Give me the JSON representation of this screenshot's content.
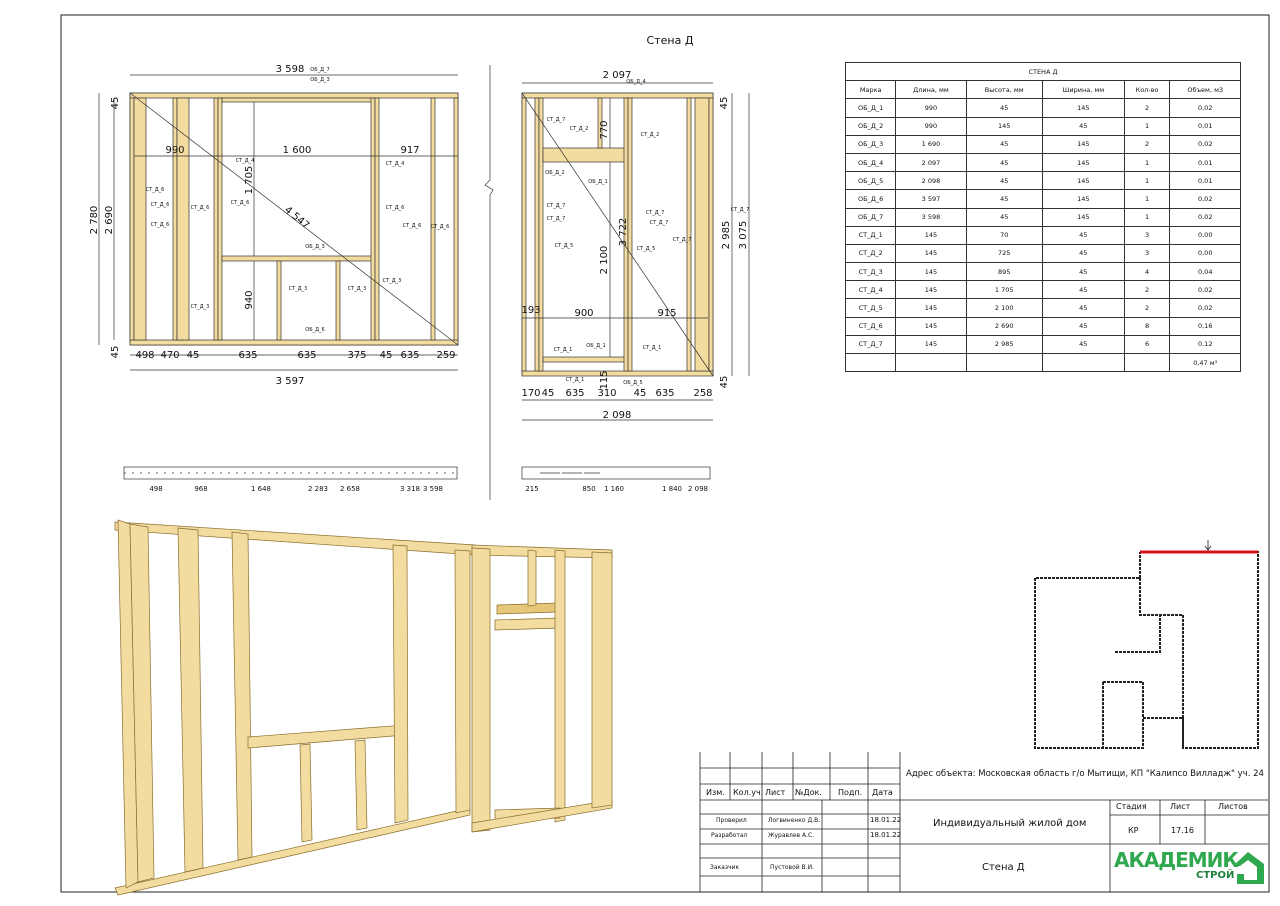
{
  "sheet_title": "Стена Д",
  "left_wall": {
    "dims": {
      "top_total": "3 598",
      "bottom_total": "3 597",
      "h_total": "2 780",
      "h_inner": "2 690",
      "h_top": "45",
      "h_bot": "45",
      "w_left": "990",
      "w_window": "1 600",
      "w_right": "917",
      "window_h": "1 705",
      "sill_h": "940",
      "diagonal": "4 547",
      "bottom_segments": [
        "498",
        "470",
        "45",
        "635",
        "635",
        "375",
        "45",
        "635",
        "259"
      ]
    },
    "tags": [
      "ОБ_Д_7",
      "ОБ_Д_3",
      "СТ_Д_4",
      "СТ_Д_6",
      "СТ_Д_6",
      "СТ_Д_6",
      "СТ_Д_6",
      "СТ_Д_6",
      "СТ_Д_4",
      "СТ_Д_6",
      "СТ_Д_6",
      "СТ_Д_6",
      "ОБ_Д_3",
      "СТ_Д_3",
      "СТ_Д_3",
      "СТ_Д_3",
      "СТ_Д_3",
      "ОБ_Д_6"
    ]
  },
  "right_wall": {
    "dims": {
      "top_total": "2 097",
      "bottom_total": "2 098",
      "h_total": "3 075",
      "h_inner": "2 985",
      "h_top": "45",
      "h_bot": "45",
      "transom_h": "770",
      "door_h": "2 100",
      "diagonal": "3 722",
      "left_gap": "193",
      "door_w": "900",
      "right_w": "915",
      "sill": "115",
      "bottom_segments": [
        "170",
        "45",
        "635",
        "310",
        "45",
        "635",
        "258"
      ]
    },
    "tags": [
      "ОБ_Д_4",
      "СТ_Д_7",
      "СТ_Д_2",
      "СТ_Д_2",
      "ОБ_Д_2",
      "ОБ_Д_1",
      "СТ_Д_7",
      "СТ_Д_7",
      "СТ_Д_5",
      "СТ_Д_7",
      "СТ_Д_7",
      "СТ_Д_7",
      "СТ_Д_5",
      "СТ_Д_7",
      "СТ_Д_1",
      "ОБ_Д_1",
      "СТ_Д_1",
      "СТ_Д_1",
      "ОБ_Д_5"
    ]
  },
  "left_plan_dims": [
    "498",
    "968",
    "1 648",
    "2 283",
    "2 658",
    "3 318",
    "3 598"
  ],
  "right_plan_dims": [
    "215",
    "850",
    "1 160",
    "1 840",
    "2 098"
  ],
  "spec_table": {
    "title": "СТЕНА Д",
    "columns": [
      "Марка",
      "Длина, мм",
      "Высота, мм",
      "Ширина, мм",
      "Кол-во",
      "Объем, м3"
    ],
    "rows": [
      [
        "ОБ_Д_1",
        "990",
        "45",
        "145",
        "2",
        "0,02"
      ],
      [
        "ОБ_Д_2",
        "990",
        "145",
        "45",
        "1",
        "0,01"
      ],
      [
        "ОБ_Д_3",
        "1 690",
        "45",
        "145",
        "2",
        "0,02"
      ],
      [
        "ОБ_Д_4",
        "2 097",
        "45",
        "145",
        "1",
        "0,01"
      ],
      [
        "ОБ_Д_5",
        "2 098",
        "45",
        "145",
        "1",
        "0,01"
      ],
      [
        "ОБ_Д_6",
        "3 597",
        "45",
        "145",
        "1",
        "0,02"
      ],
      [
        "ОБ_Д_7",
        "3 598",
        "45",
        "145",
        "1",
        "0,02"
      ],
      [
        "СТ_Д_1",
        "145",
        "70",
        "45",
        "3",
        "0,00"
      ],
      [
        "СТ_Д_2",
        "145",
        "725",
        "45",
        "3",
        "0,00"
      ],
      [
        "СТ_Д_3",
        "145",
        "895",
        "45",
        "4",
        "0,04"
      ],
      [
        "СТ_Д_4",
        "145",
        "1 705",
        "45",
        "2",
        "0,02"
      ],
      [
        "СТ_Д_5",
        "145",
        "2 100",
        "45",
        "2",
        "0,02"
      ],
      [
        "СТ_Д_6",
        "145",
        "2 690",
        "45",
        "8",
        "0,16"
      ],
      [
        "СТ_Д_7",
        "145",
        "2 985",
        "45",
        "6",
        "0,12"
      ]
    ],
    "total": "0,47 м³"
  },
  "title_block": {
    "headers": [
      "Изм.",
      "Кол.уч.",
      "Лист",
      "№Док.",
      "Подп.",
      "Дата"
    ],
    "checked_label": "Проверил",
    "checked_name": "Логвиненко Д.В.",
    "checked_date": "18.01.22",
    "dev_label": "Разработал",
    "dev_name": "Журавлев А.С.",
    "dev_date": "18.01.22",
    "client_label": "Заказчик",
    "client_name": "Пустовой В.И.",
    "address": "Адрес объекта: Московская область г/о Мытищи, КП \"Калипсо Вилладж\" уч. 24",
    "project": "Индивидуальный жилой дом",
    "stage_label": "Стадия",
    "sheet_label": "Лист",
    "sheets_label": "Листов",
    "stage": "КР",
    "sheet": "17.16",
    "drawing_name": "Стена Д",
    "logo_main": "АКАДЕМИК",
    "logo_sub": "СТРОЙ"
  },
  "colors": {
    "wood": "#f3dc9f",
    "wood_dark": "#e6c77a",
    "line": "#222222",
    "highlight": "#d0121b",
    "logo_green": "#2fa84f"
  }
}
